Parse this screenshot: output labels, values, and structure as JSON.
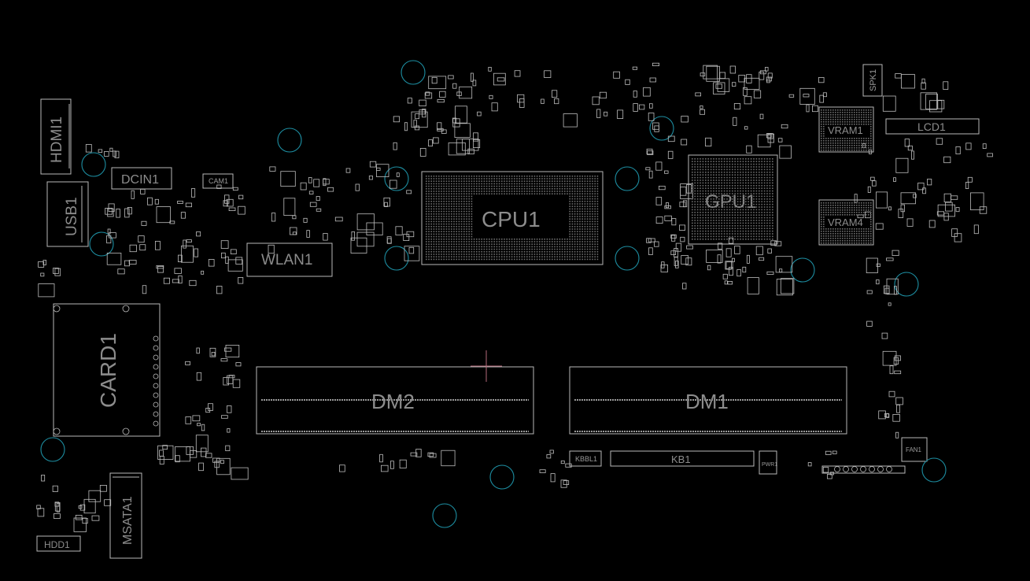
{
  "board": {
    "background": "#000000",
    "outline_color": "#b9b9b9",
    "via_color": "#1d8fa3",
    "cursor_color": "#b56a7a",
    "labels": {
      "hdmi": "HDMI1",
      "dcin": "DCIN1",
      "cam": "CAM1",
      "usb": "USB1",
      "wlan": "WLAN1",
      "cpu": "CPU1",
      "gpu": "GPU1",
      "vram1": "VRAM1",
      "vram4": "VRAM4",
      "lcd": "LCD1",
      "spk": "SPK1",
      "card": "CARD1",
      "dm2": "DM2",
      "dm1": "DM1",
      "kbbl": "KBBL1",
      "kb": "KB1",
      "pwr": "PWR1",
      "fan": "FAN1",
      "msata": "MSATA1",
      "hdd": "HDD1"
    }
  }
}
